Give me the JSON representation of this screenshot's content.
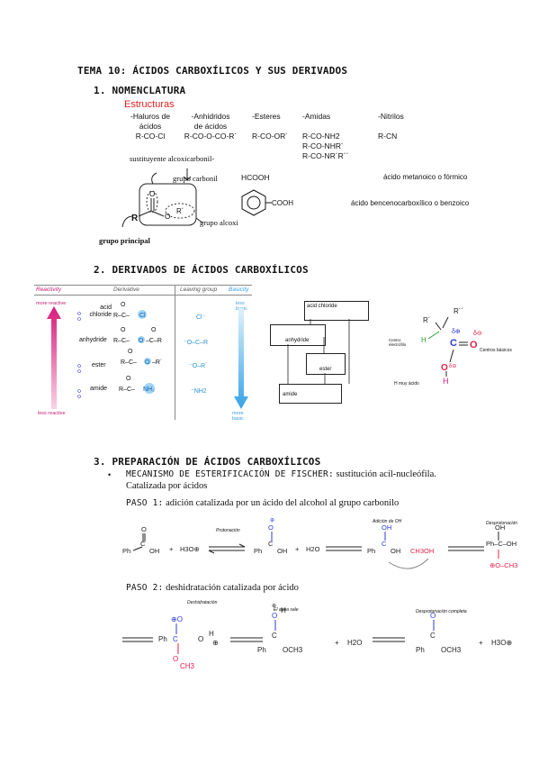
{
  "title": "TEMA 10: ÁCIDOS CARBOXÍLICOS Y SUS DERIVADOS",
  "section1": {
    "heading": "1.  NOMENCLATURA",
    "structures_label": "Estructuras",
    "columns": [
      {
        "lines": [
          "-Haluros de",
          "ácidos",
          "R-CO-Cl"
        ]
      },
      {
        "lines": [
          "-Anhidridos",
          "de ácidos",
          "R-CO-O-CO-R´"
        ]
      },
      {
        "lines": [
          "-Esteres",
          "",
          "R-CO-OR´"
        ]
      },
      {
        "lines": [
          "-Amidas",
          "",
          "R-CO-NH2",
          "R-CO-NHR´",
          "R-CO-NR´R´´"
        ]
      },
      {
        "lines": [
          "-Nitrilos",
          "",
          "R-CN"
        ]
      }
    ],
    "diagram": {
      "substituent": "sustituyente alcoxicarbonil-",
      "carbonyl": "grupo carbonil",
      "alkoxy": "grupo alcoxi",
      "principal": "grupo principal",
      "R": "R",
      "Rprime": "R´",
      "O": "O"
    },
    "examples": [
      {
        "formula": "HCOOH",
        "name": "ácido metanoico o fórmico"
      },
      {
        "formula": "COOH",
        "name": "ácido bencenocarboxílico o benzoico"
      }
    ]
  },
  "section2": {
    "heading": "2.  DERIVADOS DE ÁCIDOS CARBOXÍLICOS",
    "table": {
      "headers": [
        "Reactivity",
        "Derivative",
        "Leaving group",
        "Basicity"
      ],
      "more_reactive": "more reactive",
      "less_reactive": "less reactive",
      "less_basic": "less basic",
      "more_basic": "more basic",
      "rows": [
        {
          "name": "acid chloride",
          "leaving": "Cl⁻"
        },
        {
          "name": "anhydride",
          "leaving": "⁻O–C–R"
        },
        {
          "name": "ester",
          "leaving": "⁻O–R´"
        },
        {
          "name": "amide",
          "leaving": "⁻NH2"
        }
      ]
    },
    "flow_boxes": [
      "acid chloride",
      "anhydride",
      "ester",
      "amide"
    ],
    "mechanism_labels": {
      "electrophile": "Centro electrófilo",
      "basic": "Centros básicos",
      "acidic": "H muy ácido",
      "delta_plus": "δ⊕",
      "delta_minus": "δ⊖"
    }
  },
  "section3": {
    "heading": "3.  PREPARACIÓN DE ÁCIDOS CARBOXÍLICOS",
    "bullet_head": "MECANISMO DE ESTERIFICACIÓN DE FISCHER:",
    "bullet_text": "sustitución acil-nucleófila. Catalizada por ácidos",
    "step1_head": "PASO 1:",
    "step1_text": "adición catalizada por un ácido del alcohol al grupo carbonilo",
    "step2_head": "PASO 2:",
    "step2_text": "deshidratación catalizada por ácido",
    "step1_labels": {
      "protonation": "Protonación",
      "addition": "Adición de OH",
      "deprotonation": "Desprotonación"
    },
    "step2_labels": {
      "dehydration": "Deshidratación",
      "leaving": "El agua sale",
      "final": "Desprotonación completa"
    },
    "species": {
      "Ph": "Ph",
      "OH": "OH",
      "H3O": "H3O⊕",
      "H2O": "H2O",
      "CH3OH": "CH3OH",
      "OCH3": "OCH3",
      "plus": "+"
    }
  }
}
